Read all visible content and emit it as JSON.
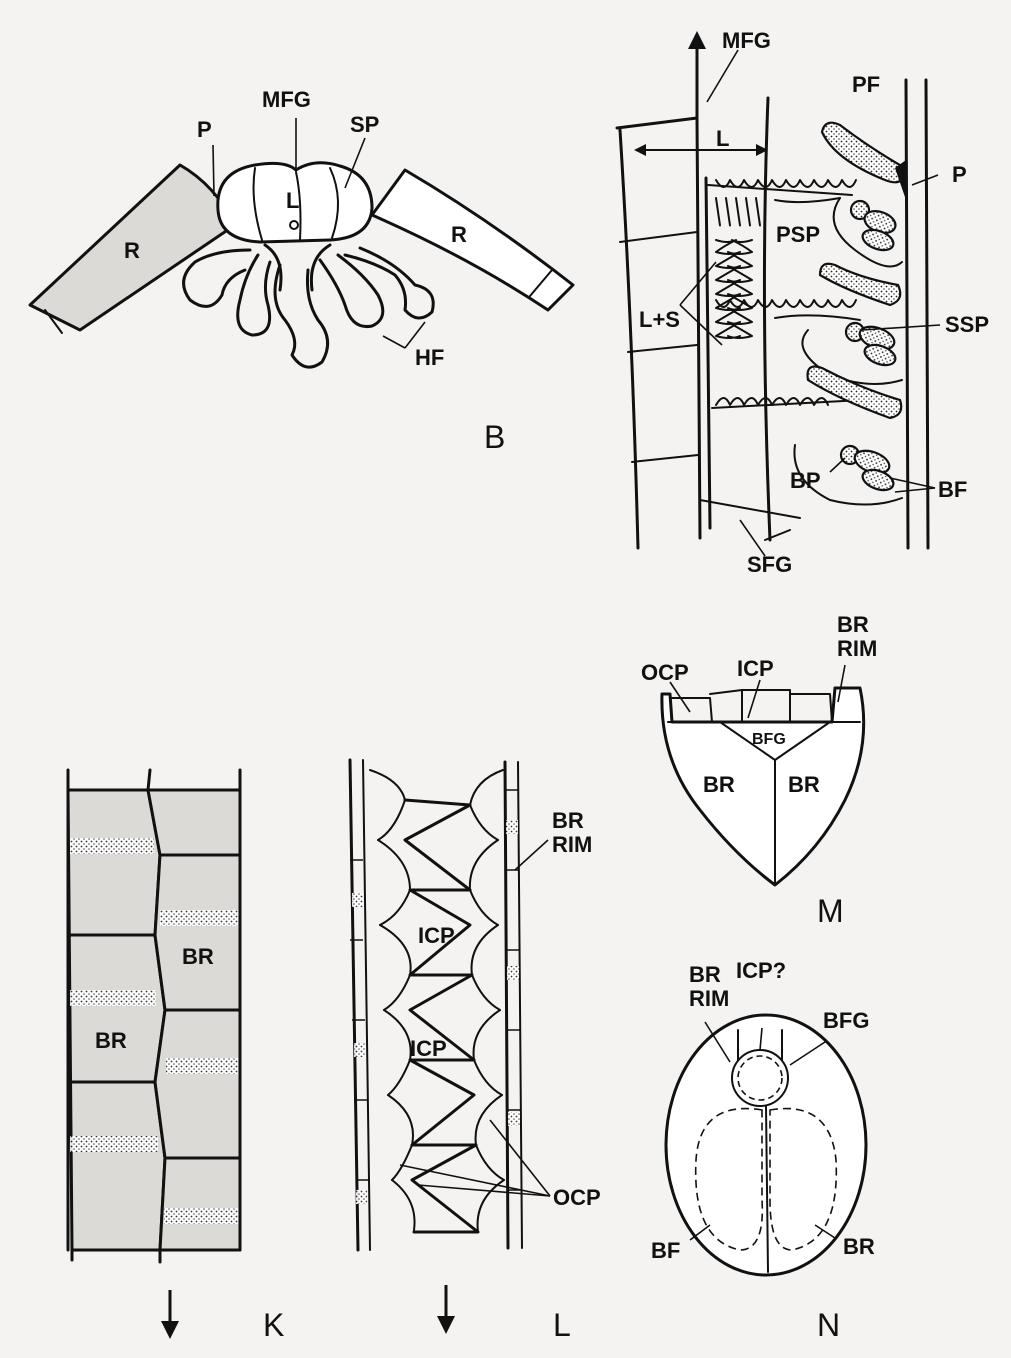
{
  "figure": {
    "panels": {
      "B": "B",
      "K": "K",
      "L": "L",
      "M": "M",
      "N": "N"
    },
    "labels": {
      "b_mfg": "MFG",
      "b_p": "P",
      "b_sp": "SP",
      "b_l": "L",
      "b_r_left": "R",
      "b_r_right": "R",
      "b_hf": "HF",
      "side_mfg": "MFG",
      "side_pf": "PF",
      "side_l": "L",
      "side_p": "P",
      "side_psp": "PSP",
      "side_ls": "L+S",
      "side_ssp": "SSP",
      "side_bp": "BP",
      "side_bf": "BF",
      "side_sfg": "SFG",
      "m_ocp": "OCP",
      "m_icp": "ICP",
      "m_brrim_1": "BR",
      "m_brrim_2": "RIM",
      "m_bfg": "BFG",
      "m_br_left": "BR",
      "m_br_right": "BR",
      "k_br_upper": "BR",
      "k_br_lower": "BR",
      "l_brrim_1": "BR",
      "l_brrim_2": "RIM",
      "l_icp_1": "ICP",
      "l_icp_2": "ICP",
      "l_ocp": "OCP",
      "n_brrim_1": "BR",
      "n_brrim_2": "RIM",
      "n_icpq": "ICP?",
      "n_bfg": "BFG",
      "n_bf": "BF",
      "n_br": "BR"
    }
  }
}
